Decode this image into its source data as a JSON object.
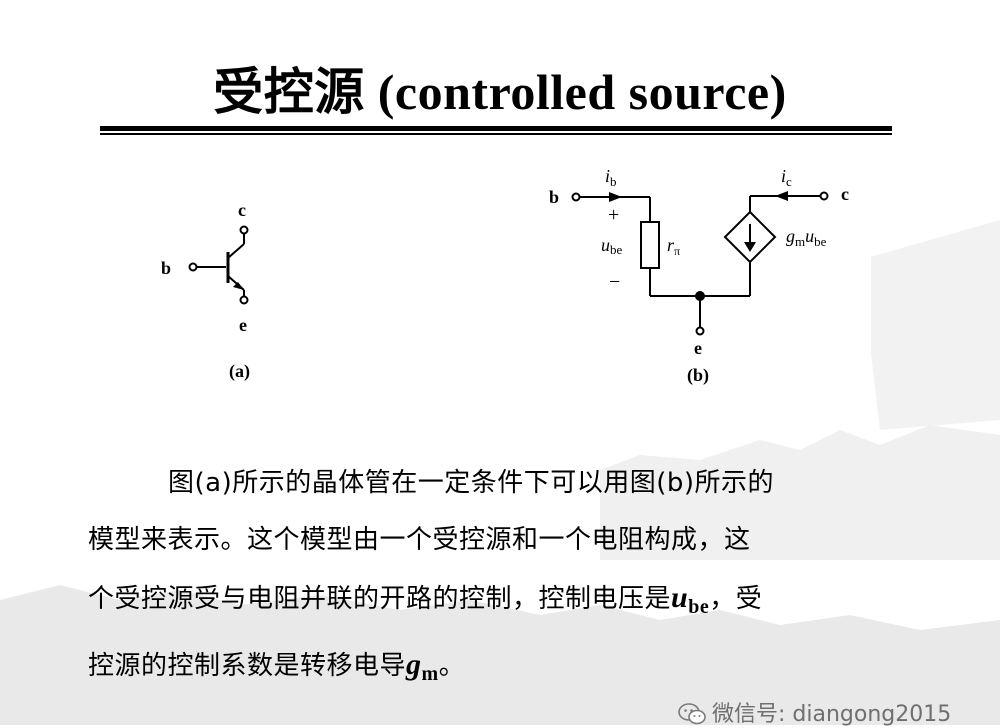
{
  "title": "受控源 (controlled source)",
  "figure_a": {
    "caption": "(a)",
    "labels": {
      "b": "b",
      "c": "c",
      "e": "e"
    }
  },
  "figure_b": {
    "caption": "(b)",
    "labels": {
      "b": "b",
      "c": "c",
      "e": "e",
      "ib": "i",
      "ib_sub": "b",
      "ic": "i",
      "ic_sub": "c",
      "plus": "+",
      "minus": "−",
      "ube": "u",
      "ube_sub": "be",
      "r": "r",
      "r_sub": "π",
      "g": "g",
      "g_sub": "m",
      "gu": "u",
      "gu_sub": "be"
    }
  },
  "paragraph": {
    "line1": "图(a)所示的晶体管在一定条件下可以用图(b)所示的",
    "line2": "模型来表示。这个模型由一个受控源和一个电阻构成，这",
    "line3_pre": "个受控源受与电阻并联的开路的控制，控制电压是",
    "line3_sym": "u",
    "line3_sub": "be",
    "line3_post": "，受",
    "line4_pre": "控源的控制系数是转移电导",
    "line4_sym": "g",
    "line4_sub": "m",
    "line4_post": "。"
  },
  "watermark": "微信号: diangong2015"
}
